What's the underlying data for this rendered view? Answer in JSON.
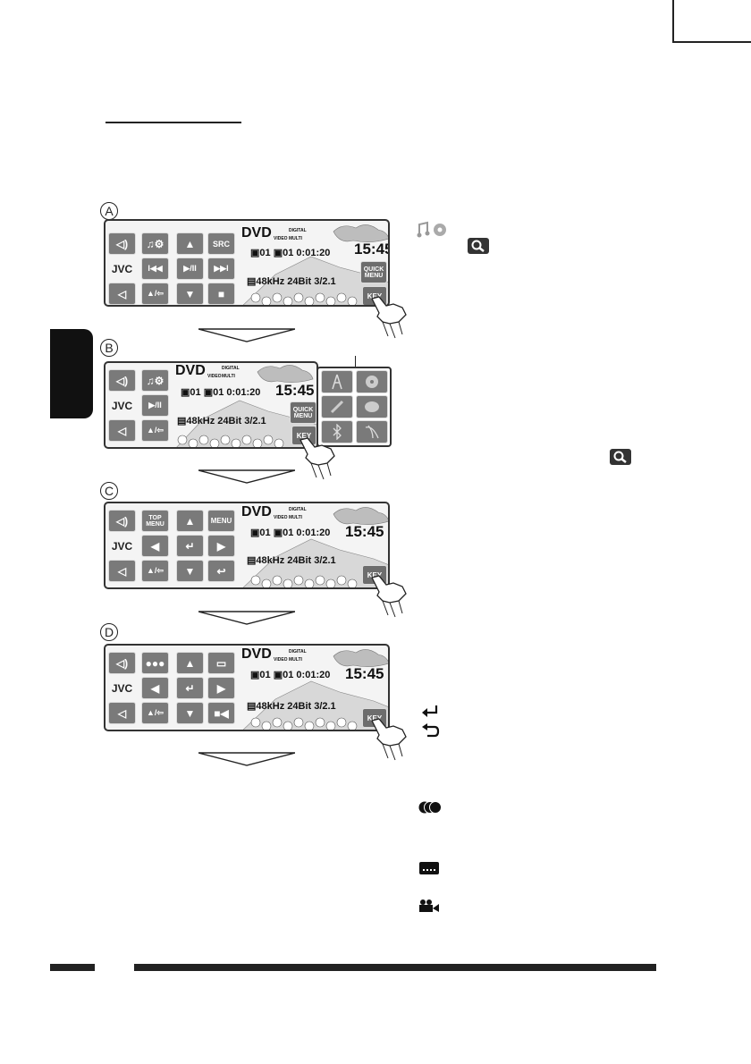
{
  "labels": {
    "a": "A",
    "b": "B",
    "c": "C",
    "d": "D"
  },
  "display": {
    "source": "DVD",
    "format_top": "DIGITAL",
    "format_video": "VIDEO",
    "format_multi": "MULTI",
    "title_no": "01",
    "chapter_no": "01",
    "elapsed": "0:01:20",
    "clock": "15:45",
    "audio": "48kHz  24Bit  3/2.1"
  },
  "buttons": {
    "jvc": "JVC",
    "src": "SRC",
    "quick_menu": "QUICK MENU",
    "key": "KEY",
    "top_menu": "TOP MENU",
    "menu": "MENU",
    "play_pause": "▶/II",
    "prev": "I◀◀",
    "next": "▶▶I",
    "stop": "■",
    "eject": "▲/⇦",
    "up": "▲",
    "down": "▼",
    "left": "◀",
    "right": "▶"
  },
  "icons": {
    "volume": "speaker-icon",
    "music_settings": "music-settings-icon",
    "search": "magnifier-icon",
    "enter": "enter-icon",
    "return": "return-icon",
    "audio": "audio-icon",
    "subtitle": "subtitle-icon",
    "angle": "camera-icon",
    "hand": "finger-press-icon",
    "tuner": "antenna-icon",
    "disc": "disc-icon",
    "sd": "card-icon",
    "changer": "disc-changer-icon",
    "bluetooth": "bluetooth-icon",
    "external": "external-input-icon"
  }
}
